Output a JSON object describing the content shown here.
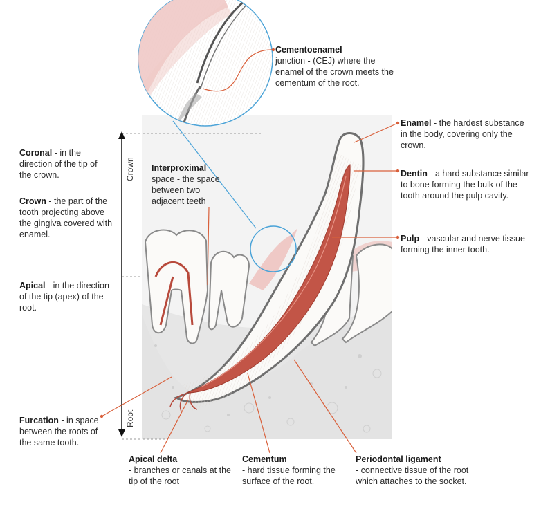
{
  "axis": {
    "crown": "Crown",
    "root": "Root"
  },
  "labels": {
    "cej": {
      "term": "Cementoenamel",
      "desc": "junction - (CEJ) where the enamel of the crown meets the cementum of the root."
    },
    "enamel": {
      "term": "Enamel",
      "desc": " - the hardest substance in the body, covering only the crown."
    },
    "dentin": {
      "term": "Dentin",
      "desc": " - a hard substance similar to bone forming the bulk of the tooth around the pulp cavity."
    },
    "pulp": {
      "term": "Pulp",
      "desc": " - vascular and nerve tissue forming the inner tooth."
    },
    "interproximal": {
      "term": "Interproximal",
      "desc": "space - the space between two adjacent teeth"
    },
    "coronal": {
      "term": "Coronal",
      "desc": " - in the direction of the tip of the crown."
    },
    "crown": {
      "term": "Crown",
      "desc": " - the part of the tooth projecting above the gingiva covered with enamel."
    },
    "apical": {
      "term": "Apical",
      "desc": " - in the direction of the tip (apex) of the root."
    },
    "furcation": {
      "term": "Furcation",
      "desc": " - in space between the roots of the same tooth."
    },
    "apical_delta": {
      "term": "Apical delta",
      "desc": "- branches or canals at the tip of the root"
    },
    "cementum": {
      "term": "Cementum",
      "desc": "- hard tissue forming the surface of the root."
    },
    "periodontal": {
      "term": "Periodontal ligament",
      "desc": "- connective tissue of the root which attaches to the socket."
    }
  },
  "colors": {
    "leader": "#d9603b",
    "pulp": "#b84a3c",
    "gingiva": "#efc9c6",
    "bone": "#e8e8e8",
    "zoom_line": "#4aa3d8"
  }
}
